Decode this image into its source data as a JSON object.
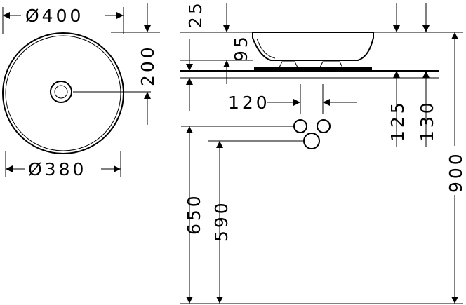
{
  "dimensions": {
    "outer_diameter": "Ø400",
    "inner_diameter": "Ø380",
    "depth_from_center": "200",
    "rim_height": "25",
    "bowl_depth": "95",
    "drain_spacing": "120",
    "height_125": "125",
    "height_130": "130",
    "height_650": "650",
    "height_590": "590",
    "height_900": "900"
  },
  "colors": {
    "line": "#000000",
    "background": "#ffffff"
  }
}
